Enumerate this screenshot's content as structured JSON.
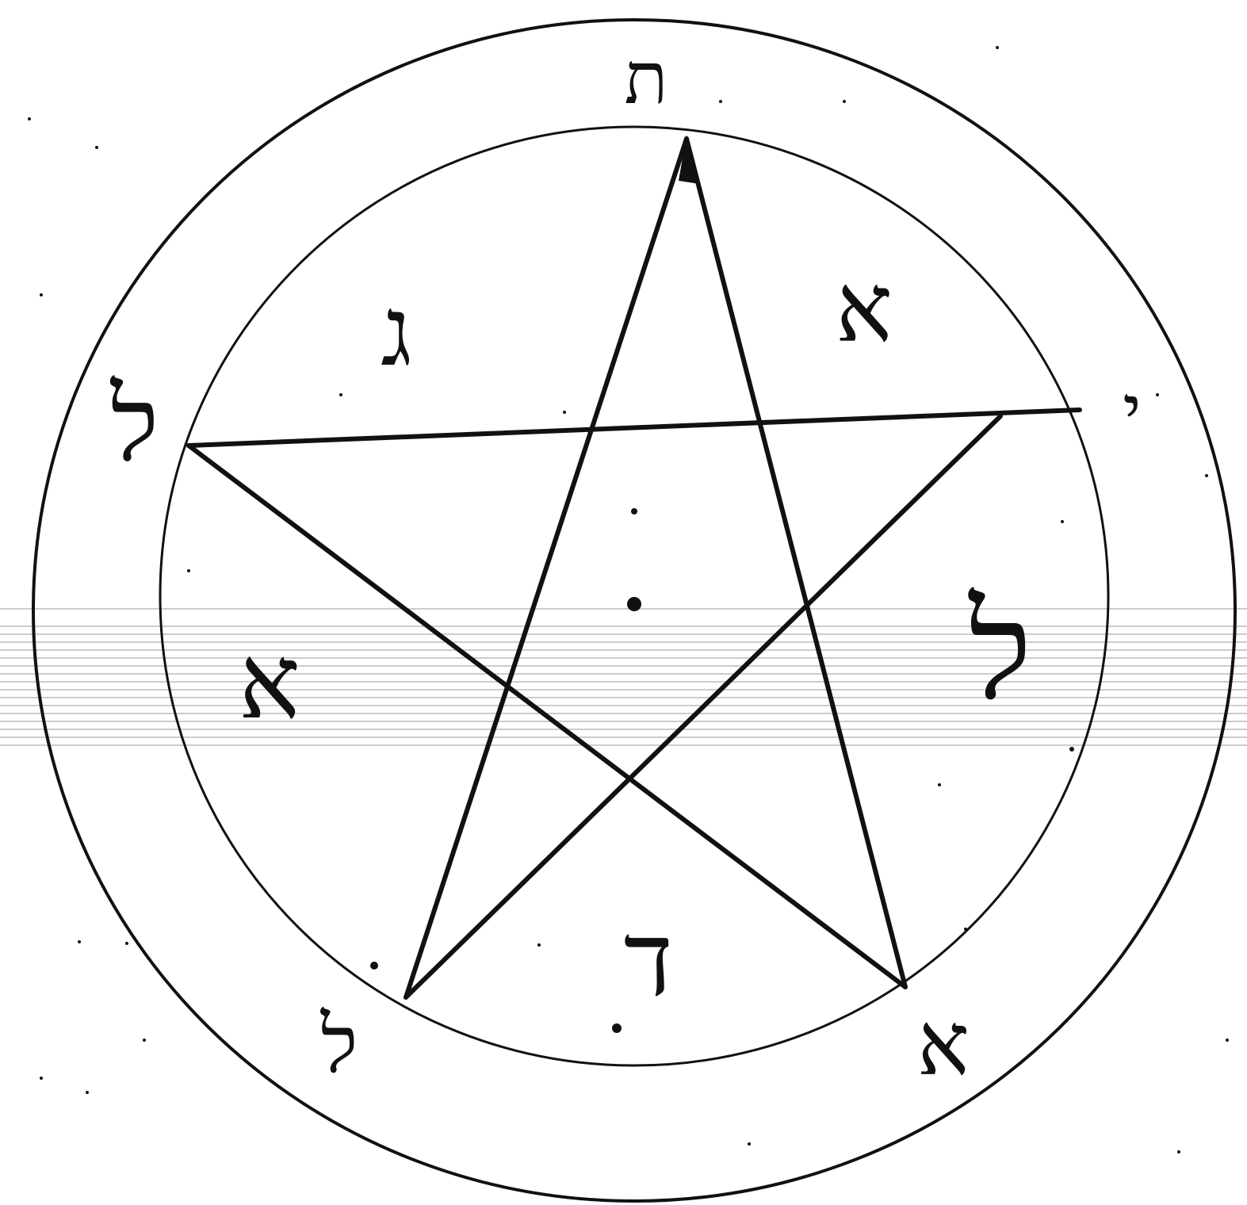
{
  "colors": {
    "ink": "#111111",
    "paper": "#ffffff",
    "scan_band": "#d9d9d9"
  },
  "diagram": {
    "kind": "pentagram-in-double-circle",
    "outer_ring_glyphs": {
      "top": "ת",
      "upper_left": "ל",
      "upper_right": "י",
      "lower_left": "ל",
      "lower_right": "א"
    },
    "inner_glyphs": {
      "upper_left": "ג",
      "upper_right": "א",
      "left": "א",
      "right": "ל",
      "bottom": "ד"
    }
  }
}
